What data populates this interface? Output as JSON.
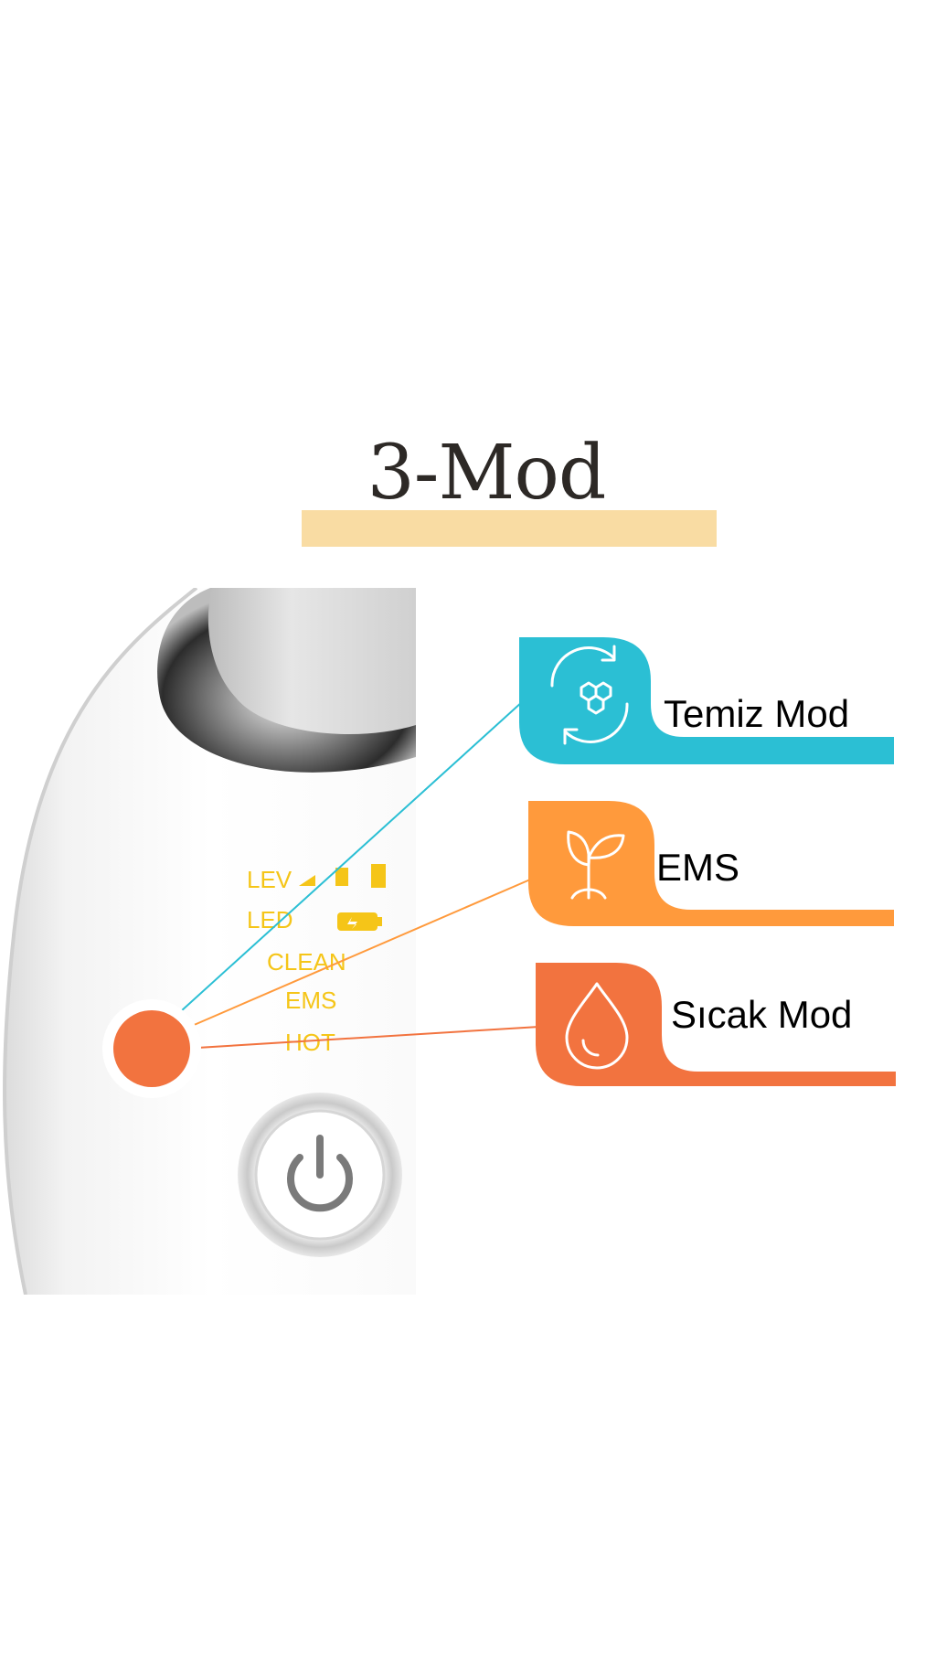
{
  "header": {
    "title": "3-Mod"
  },
  "device": {
    "panel": {
      "lev": "LEV",
      "led": "LED",
      "clean": "CLEAN",
      "ems": "EMS",
      "hot": "HOT"
    }
  },
  "modes": [
    {
      "label": "Temiz Mod",
      "icon": "recycle-honeycomb-icon",
      "color": "#2bbfd4"
    },
    {
      "label": "EMS",
      "icon": "sprout-icon",
      "color": "#ff9a3c"
    },
    {
      "label": "Sıcak Mod",
      "icon": "water-drop-icon",
      "color": "#f2733f"
    }
  ],
  "colors": {
    "title_bar": "#f9dca3",
    "indicator_dot": "#f2733f",
    "panel_text": "#f5c518"
  }
}
